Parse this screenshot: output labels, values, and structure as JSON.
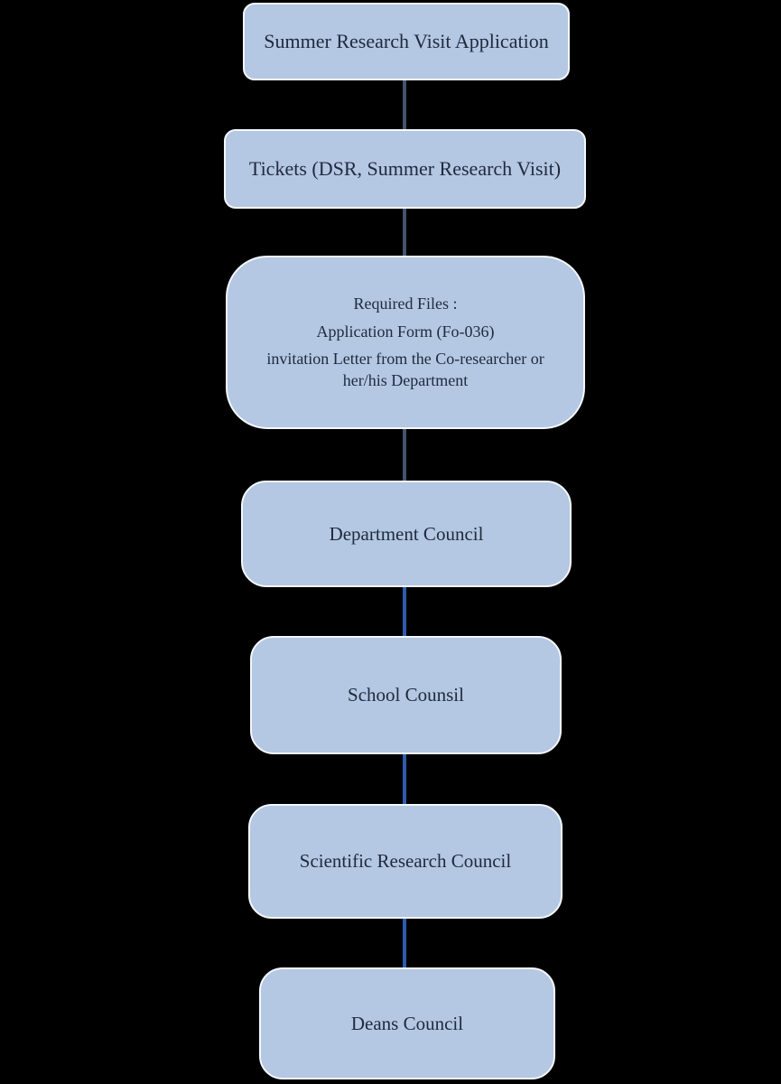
{
  "colors": {
    "background": "#000000",
    "node_fill": "#b4c7e3",
    "node_border": "#f4f7fb",
    "text": "#1f2a3c",
    "connector_dark": "#44546a",
    "connector_blue": "#2e5cad"
  },
  "nodes": [
    {
      "label": "Summer Research Visit Application"
    },
    {
      "label": "Tickets (DSR, Summer Research Visit)"
    },
    {
      "lines": [
        "Required Files :",
        "Application Form (Fo-036)",
        "invitation Letter from the Co-researcher or her/his Department"
      ]
    },
    {
      "label": "Department Council"
    },
    {
      "label": "School Counsil"
    },
    {
      "label": "Scientific Research Council"
    },
    {
      "label": "Deans Council"
    }
  ],
  "connectors": [
    {
      "from": 1,
      "to": 2,
      "color": "dark"
    },
    {
      "from": 2,
      "to": 3,
      "color": "dark"
    },
    {
      "from": 3,
      "to": 4,
      "color": "dark"
    },
    {
      "from": 4,
      "to": 5,
      "color": "blue"
    },
    {
      "from": 5,
      "to": 6,
      "color": "blue"
    },
    {
      "from": 6,
      "to": 7,
      "color": "blue"
    }
  ]
}
